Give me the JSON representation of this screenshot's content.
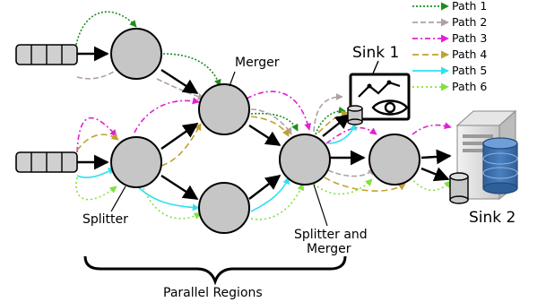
{
  "legend": [
    {
      "label": "Path 1",
      "color": "#1e8c1e",
      "dash": "2,2"
    },
    {
      "label": "Path 2",
      "color": "#b0a0a0",
      "dash": "6,3"
    },
    {
      "label": "Path 3",
      "color": "#e020d0",
      "dash": "6,3,2,3"
    },
    {
      "label": "Path 4",
      "color": "#c0a030",
      "dash": "7,4"
    },
    {
      "label": "Path 5",
      "color": "#30e0f0",
      "dash": ""
    },
    {
      "label": "Path 6",
      "color": "#80e040",
      "dash": "2,3"
    }
  ],
  "labels": {
    "merger": "Merger",
    "splitter": "Splitter",
    "splitter_merger_line1": "Splitter and",
    "splitter_merger_line2": "Merger",
    "sink1": "Sink 1",
    "sink2": "Sink 2",
    "parallel_regions": "Parallel Regions"
  },
  "colors": {
    "node_fill": "#c6c6c6",
    "db_blue": "#3c6ea8"
  },
  "icons": {
    "source_queue": "queue-icon",
    "sink1": "monitor-eye-icon",
    "sink2": "server-database-icon"
  }
}
